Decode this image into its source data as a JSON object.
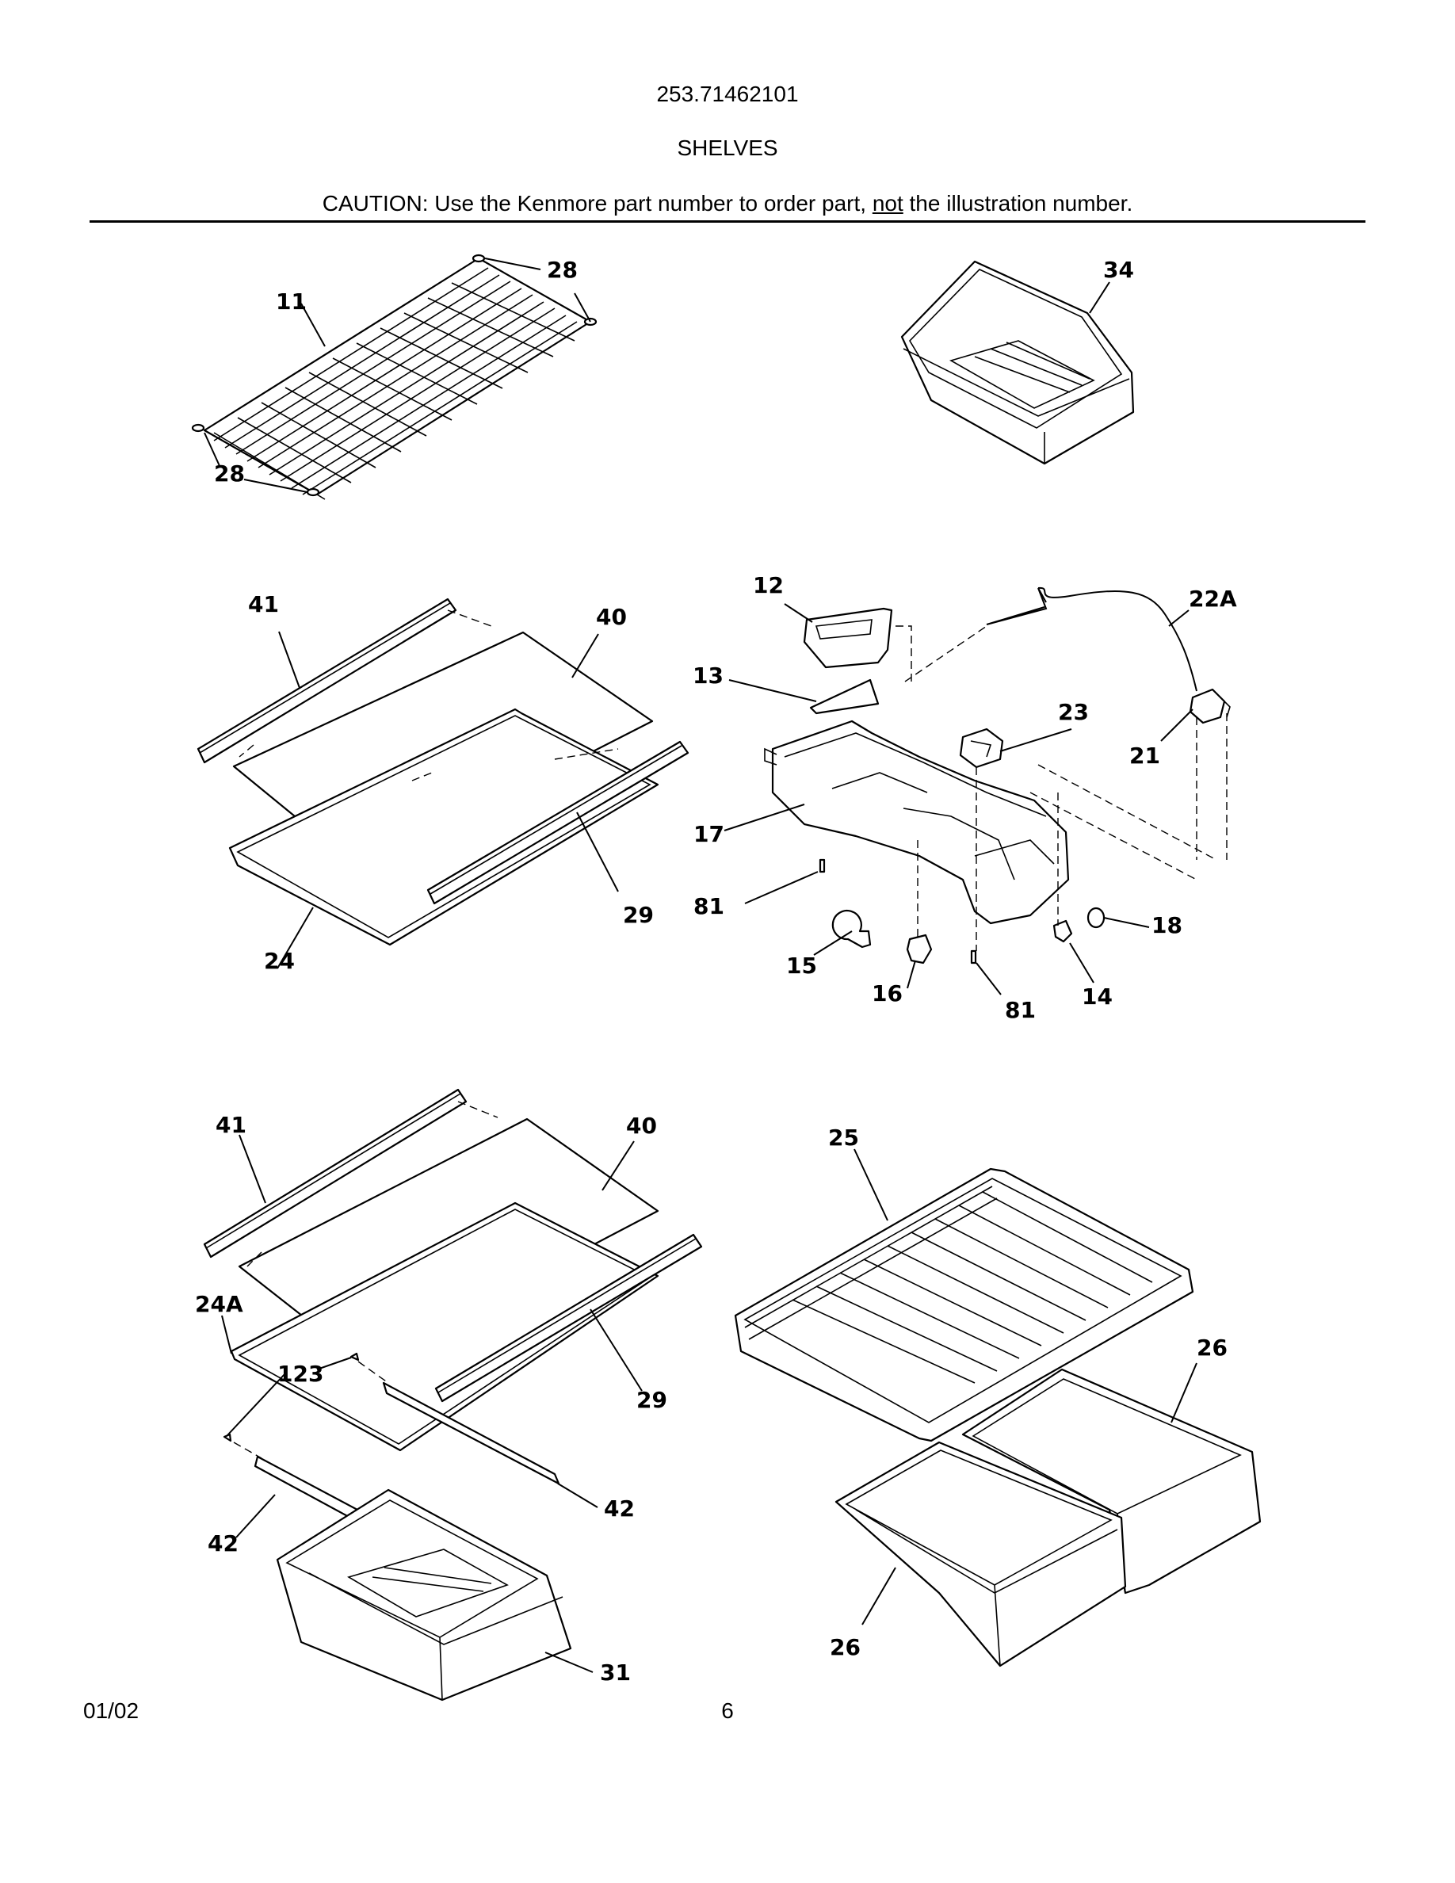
{
  "header": {
    "model_number": "253.71462101",
    "section_title": "SHELVES",
    "caution_prefix": "CAUTION: Use the Kenmore part number to order part, ",
    "caution_emphasis": "not",
    "caution_suffix": " the illustration number."
  },
  "callouts": {
    "wire_shelf": "11",
    "shelf_end_cap_top": "28",
    "shelf_end_cap_bottom": "28",
    "ice_bin": "34",
    "trim_front_1": "41",
    "glass_1": "40",
    "frame_1": "24",
    "trim_rear_1": "29",
    "shade_top": "12",
    "shade": "13",
    "light_housing": "17",
    "screw_left": "81",
    "bulb": "15",
    "socket": "16",
    "screw_right": "81",
    "switch": "14",
    "knob": "18",
    "control": "23",
    "thermostat": "21",
    "capillary": "22A",
    "trim_front_2": "41",
    "glass_2": "40",
    "frame_2": "24A",
    "screw_123": "123",
    "trim_rear_2": "29",
    "slide_right": "42",
    "slide_left": "42",
    "pan": "31",
    "crisper_cover": "25",
    "crisper_right": "26",
    "crisper_left": "26"
  },
  "footer": {
    "date": "01/02",
    "page": "6"
  }
}
